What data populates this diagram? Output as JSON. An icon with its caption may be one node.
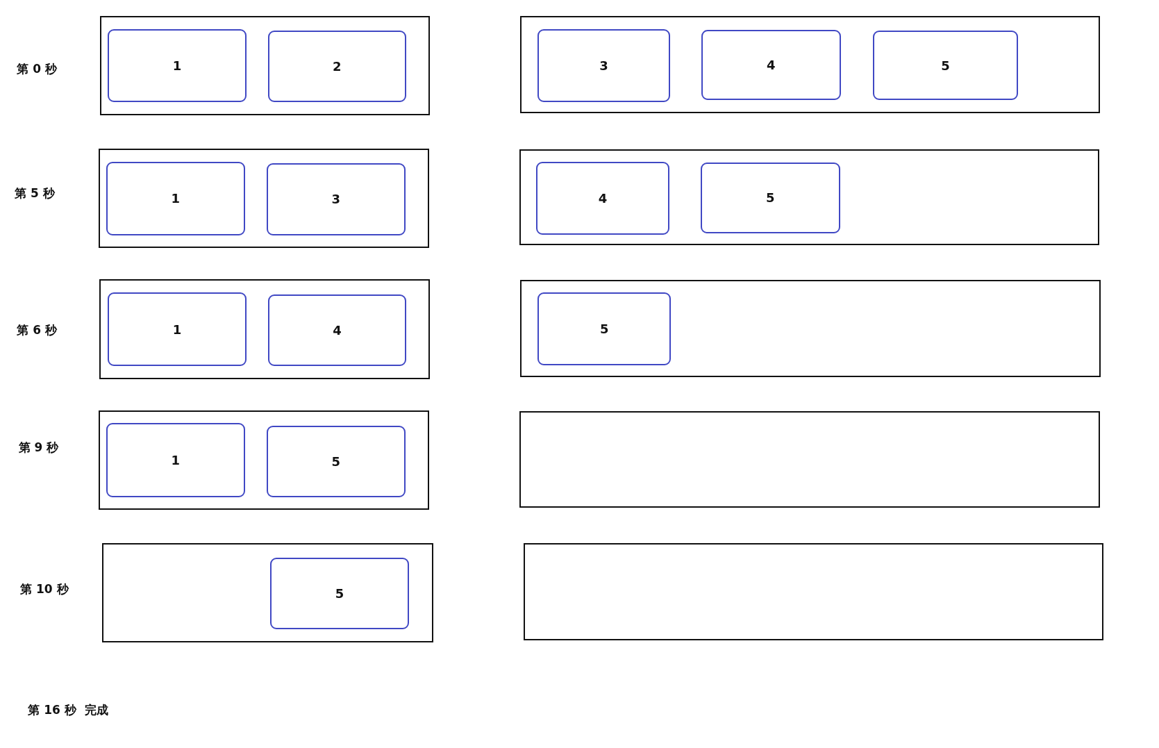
{
  "diagram": {
    "nodes": [
      {
        "text": [],
        "shape": "box"
      },
      {
        "text": [
          "1"
        ],
        "in": 0
      },
      {
        "text": [
          "2"
        ],
        "in": 0
      },
      {
        "text": [],
        "shape": "box"
      },
      {
        "text": [
          "3"
        ],
        "in": 3
      },
      {
        "text": [
          "4"
        ],
        "in": 3
      },
      {
        "text": [
          "5"
        ],
        "in": 3
      },
      {
        "text": [],
        "shape": "box"
      },
      {
        "text": [
          "1"
        ],
        "in": 7
      },
      {
        "text": [
          "3"
        ],
        "in": 7
      },
      {
        "text": [],
        "shape": "box"
      },
      {
        "text": [
          "4"
        ],
        "in": 10
      },
      {
        "text": [
          "5"
        ],
        "in": 10
      },
      {
        "text": [],
        "shape": "box"
      },
      {
        "text": [
          "1"
        ],
        "in": 13
      },
      {
        "text": [
          "4"
        ],
        "in": 13
      },
      {
        "text": [],
        "shape": "box"
      },
      {
        "text": [
          "5"
        ],
        "in": 16
      },
      {
        "text": [],
        "shape": "box"
      },
      {
        "text": [
          "1"
        ],
        "in": 18
      },
      {
        "text": [
          "5"
        ],
        "in": 18
      },
      {
        "text": [],
        "shape": "box"
      },
      {
        "text": [],
        "shape": "box"
      },
      {
        "text": [
          "5"
        ],
        "in": 22
      },
      {
        "text": [],
        "shape": "box"
      }
    ],
    "labels": [
      "第 0 秒",
      "第 5 秒",
      "第 6 秒",
      "第 9 秒",
      "第 10 秒",
      "第 16 秒  完成"
    ]
  }
}
